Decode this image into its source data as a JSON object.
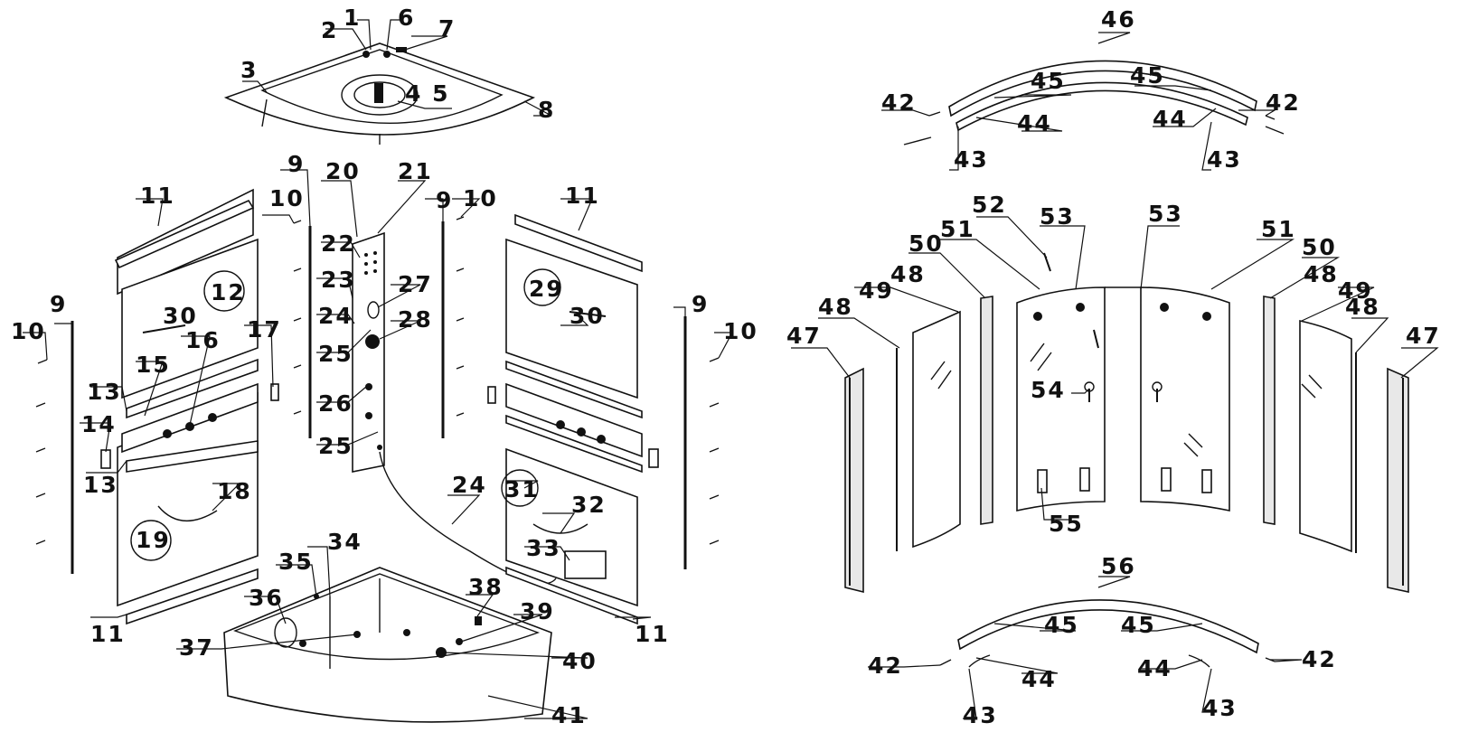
{
  "labels": [
    "1",
    "2",
    "3",
    "4 5",
    "6",
    "7",
    "8",
    "9",
    "10",
    "11",
    "12",
    "13",
    "14",
    "15",
    "16",
    "17",
    "18",
    "19",
    "20",
    "21",
    "22",
    "23",
    "24",
    "25",
    "26",
    "27",
    "28",
    "29",
    "30",
    "31",
    "32",
    "33",
    "34",
    "35",
    "36",
    "37",
    "38",
    "39",
    "40",
    "41",
    "42",
    "43",
    "44",
    "45",
    "46",
    "47",
    "48",
    "49",
    "50",
    "51",
    "52",
    "53",
    "54",
    "55",
    "56"
  ],
  "icons": {
    "glass": "glass-panel-icon",
    "screw": "screw-icon",
    "handle": "handle-icon"
  }
}
